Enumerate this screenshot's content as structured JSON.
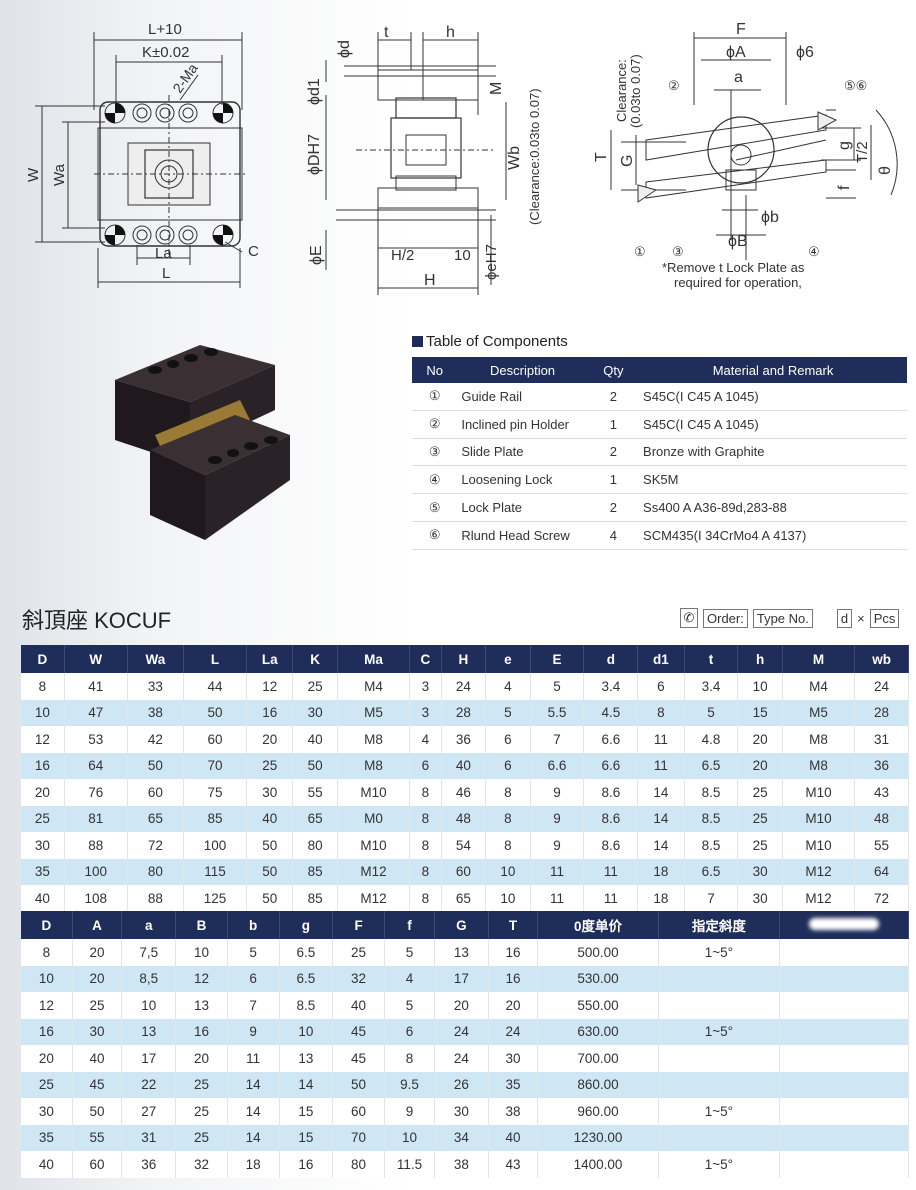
{
  "diagram_labels": {
    "front": {
      "L10": "L+10",
      "K": "K±0.02",
      "Ma2": "2-Ma",
      "W": "W",
      "Wa": "Wa",
      "La": "La",
      "L": "L",
      "C": "C"
    },
    "side": {
      "t": "t",
      "h": "h",
      "d": "ϕd",
      "d1": "ϕd1",
      "M": "M",
      "DH7": "ϕDH7",
      "Wb": "Wb",
      "clearance": "(Clearance:0.03to 0.07)",
      "E": "ϕE",
      "H2": "H/2",
      "ten": "10",
      "eH7": "ϕeH7",
      "H": "H"
    },
    "right": {
      "F": "F",
      "A": "ϕA",
      "six": "ϕ6",
      "a": "a",
      "clearance": "Clearance:",
      "clearance_range": "(0.03to 0.07)",
      "n2": "②",
      "n56": "⑤⑥",
      "T": "T",
      "G": "G",
      "g": "g",
      "T2": "T/2",
      "theta": "θ",
      "f": "f",
      "n1": "①",
      "n3": "③",
      "b": "ϕb",
      "B": "ϕB",
      "n4": "④",
      "note1": "*Remove t Lock Plate as",
      "note2": "required for operation,"
    }
  },
  "components": {
    "title": "Table of Components",
    "headers": [
      "No",
      "Description",
      "Qty",
      "Material and Remark"
    ],
    "rows": [
      {
        "no": "①",
        "desc": "Guide Rail",
        "qty": "2",
        "mat": "S45C(I C45 A 1045)"
      },
      {
        "no": "②",
        "desc": "Inclined pin Holder",
        "qty": "1",
        "mat": "S45C(I C45 A 1045)"
      },
      {
        "no": "③",
        "desc": "Slide Plate",
        "qty": "2",
        "mat": "Bronze with Graphite"
      },
      {
        "no": "④",
        "desc": "Loosening Lock",
        "qty": "1",
        "mat": "SK5M"
      },
      {
        "no": "⑤",
        "desc": "Lock Plate",
        "qty": "2",
        "mat": "Ss400  A  A36-89d,283-88"
      },
      {
        "no": "⑥",
        "desc": "Rlund Head Screw",
        "qty": "4",
        "mat": "SCM435(I 34CrMo4  A  4137)"
      }
    ]
  },
  "series_title": "斜頂座 KOCUF",
  "order": {
    "label": "Order:",
    "type_no": "Type No.",
    "d": "d",
    "x": "×",
    "pcs": "Pcs"
  },
  "table1": {
    "headers": [
      "D",
      "W",
      "Wa",
      "L",
      "La",
      "K",
      "Ma",
      "C",
      "H",
      "e",
      "E",
      "d",
      "d1",
      "t",
      "h",
      "M",
      "wb"
    ],
    "rows": [
      [
        "8",
        "41",
        "33",
        "44",
        "12",
        "25",
        "M4",
        "3",
        "24",
        "4",
        "5",
        "3.4",
        "6",
        "3.4",
        "10",
        "M4",
        "24"
      ],
      [
        "10",
        "47",
        "38",
        "50",
        "16",
        "30",
        "M5",
        "3",
        "28",
        "5",
        "5.5",
        "4.5",
        "8",
        "5",
        "15",
        "M5",
        "28"
      ],
      [
        "12",
        "53",
        "42",
        "60",
        "20",
        "40",
        "M8",
        "4",
        "36",
        "6",
        "7",
        "6.6",
        "11",
        "4.8",
        "20",
        "M8",
        "31"
      ],
      [
        "16",
        "64",
        "50",
        "70",
        "25",
        "50",
        "M8",
        "6",
        "40",
        "6",
        "6.6",
        "6.6",
        "11",
        "6.5",
        "20",
        "M8",
        "36"
      ],
      [
        "20",
        "76",
        "60",
        "75",
        "30",
        "55",
        "M10",
        "8",
        "46",
        "8",
        "9",
        "8.6",
        "14",
        "8.5",
        "25",
        "M10",
        "43"
      ],
      [
        "25",
        "81",
        "65",
        "85",
        "40",
        "65",
        "M0",
        "8",
        "48",
        "8",
        "9",
        "8.6",
        "14",
        "8.5",
        "25",
        "M10",
        "48"
      ],
      [
        "30",
        "88",
        "72",
        "100",
        "50",
        "80",
        "M10",
        "8",
        "54",
        "8",
        "9",
        "8.6",
        "14",
        "8.5",
        "25",
        "M10",
        "55"
      ],
      [
        "35",
        "100",
        "80",
        "115",
        "50",
        "85",
        "M12",
        "8",
        "60",
        "10",
        "11",
        "11",
        "18",
        "6.5",
        "30",
        "M12",
        "64"
      ],
      [
        "40",
        "108",
        "88",
        "125",
        "50",
        "85",
        "M12",
        "8",
        "65",
        "10",
        "11",
        "11",
        "18",
        "7",
        "30",
        "M12",
        "72"
      ]
    ]
  },
  "table2": {
    "headers": [
      "D",
      "A",
      "a",
      "B",
      "b",
      "g",
      "F",
      "f",
      "G",
      "T",
      "0度单价",
      "指定斜度",
      ""
    ],
    "rows": [
      [
        "8",
        "20",
        "7,5",
        "10",
        "5",
        "6.5",
        "25",
        "5",
        "13",
        "16",
        "500.00",
        "1~5°",
        ""
      ],
      [
        "10",
        "20",
        "8,5",
        "12",
        "6",
        "6.5",
        "32",
        "4",
        "17",
        "16",
        "530.00",
        "",
        ""
      ],
      [
        "12",
        "25",
        "10",
        "13",
        "7",
        "8.5",
        "40",
        "5",
        "20",
        "20",
        "550.00",
        "",
        ""
      ],
      [
        "16",
        "30",
        "13",
        "16",
        "9",
        "10",
        "45",
        "6",
        "24",
        "24",
        "630.00",
        "1~5°",
        ""
      ],
      [
        "20",
        "40",
        "17",
        "20",
        "11",
        "13",
        "45",
        "8",
        "24",
        "30",
        "700.00",
        "",
        ""
      ],
      [
        "25",
        "45",
        "22",
        "25",
        "14",
        "14",
        "50",
        "9.5",
        "26",
        "35",
        "860.00",
        "",
        ""
      ],
      [
        "30",
        "50",
        "27",
        "25",
        "14",
        "15",
        "60",
        "9",
        "30",
        "38",
        "960.00",
        "1~5°",
        ""
      ],
      [
        "35",
        "55",
        "31",
        "25",
        "14",
        "15",
        "70",
        "10",
        "34",
        "40",
        "1230.00",
        "",
        ""
      ],
      [
        "40",
        "60",
        "36",
        "32",
        "18",
        "16",
        "80",
        "11.5",
        "38",
        "43",
        "1400.00",
        "1~5°",
        ""
      ]
    ]
  }
}
